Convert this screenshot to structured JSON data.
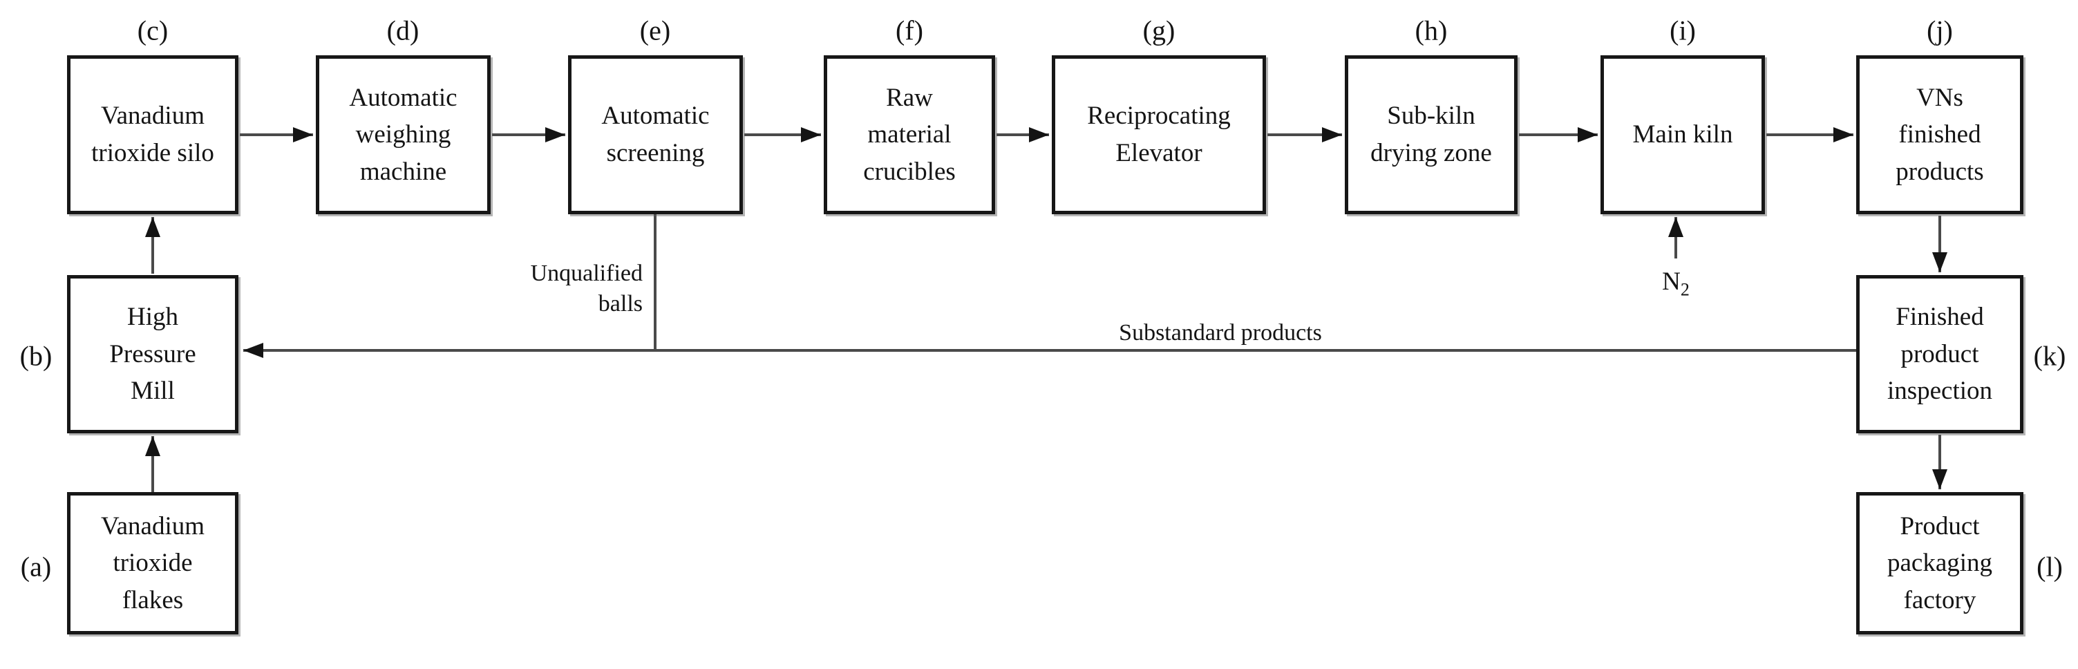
{
  "diagram": {
    "nodes": {
      "a": {
        "tag": "(a)",
        "label": [
          "Vanadium",
          "trioxide",
          "flakes"
        ]
      },
      "b": {
        "tag": "(b)",
        "label": [
          "High",
          "Pressure",
          "Mill"
        ]
      },
      "c": {
        "tag": "(c)",
        "label": [
          "Vanadium",
          "trioxide silo"
        ]
      },
      "d": {
        "tag": "(d)",
        "label": [
          "Automatic",
          "weighing",
          "machine"
        ]
      },
      "e": {
        "tag": "(e)",
        "label": [
          "Automatic",
          "screening"
        ]
      },
      "f": {
        "tag": "(f)",
        "label": [
          "Raw",
          "material",
          "crucibles"
        ]
      },
      "g": {
        "tag": "(g)",
        "label": [
          "Reciprocating",
          "Elevator"
        ]
      },
      "h": {
        "tag": "(h)",
        "label": [
          "Sub-kiln",
          "drying zone"
        ]
      },
      "i": {
        "tag": "(i)",
        "label": [
          "Main kiln"
        ]
      },
      "j": {
        "tag": "(j)",
        "label": [
          "VNs",
          "finished",
          "products"
        ]
      },
      "k": {
        "tag": "(k)",
        "label": [
          "Finished",
          "product",
          "inspection"
        ]
      },
      "l": {
        "tag": "(l)",
        "label": [
          "Product",
          "packaging",
          "factory"
        ]
      }
    },
    "flow_labels": {
      "unqualified": [
        "Unqualified",
        "balls"
      ],
      "substandard": "Substandard products",
      "n2": {
        "base": "N",
        "sub": "2"
      }
    },
    "colors": {
      "line": "#4a4a4a",
      "box_border": "#171717",
      "text": "#141414",
      "background": "#ffffff"
    }
  }
}
